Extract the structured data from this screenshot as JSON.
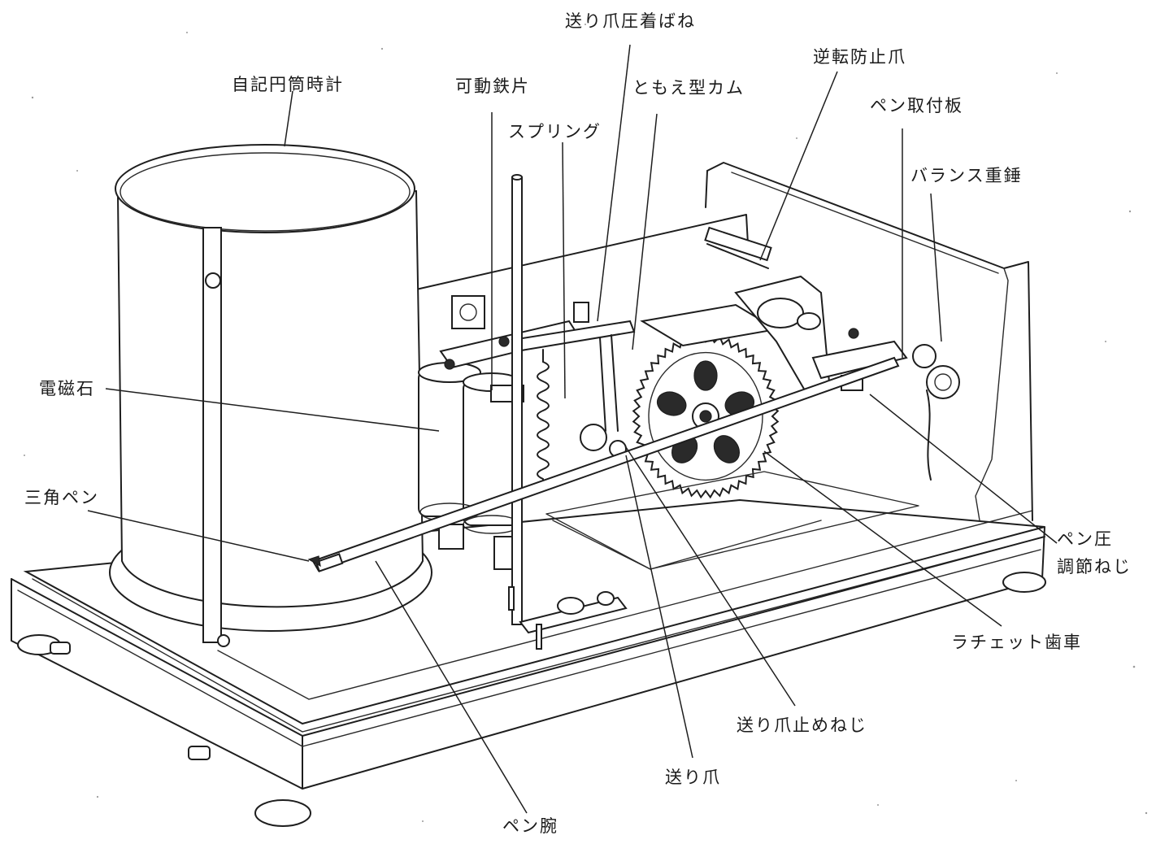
{
  "labels": {
    "recording_drum_clock": "自記円筒時計",
    "feed_pawl_pressure_spring": "送り爪圧着ばね",
    "reverse_stop_pawl": "逆転防止爪",
    "movable_iron_piece": "可動鉄片",
    "tomoe_cam": "ともえ型カム",
    "pen_mounting_plate": "ペン取付板",
    "spring": "スプリング",
    "balance_weight": "バランス重錘",
    "electromagnet": "電磁石",
    "triangle_pen": "三角ペン",
    "pen_pressure_screw": "ペン圧\n調節ねじ",
    "ratchet_wheel": "ラチェット歯車",
    "feed_pawl_stop_screw": "送り爪止めねじ",
    "feed_pawl": "送り爪",
    "pen_arm": "ペン腕"
  },
  "colors": {
    "line": "#1e1e1e",
    "paper": "#ffffff",
    "text": "#1a1a1a"
  }
}
